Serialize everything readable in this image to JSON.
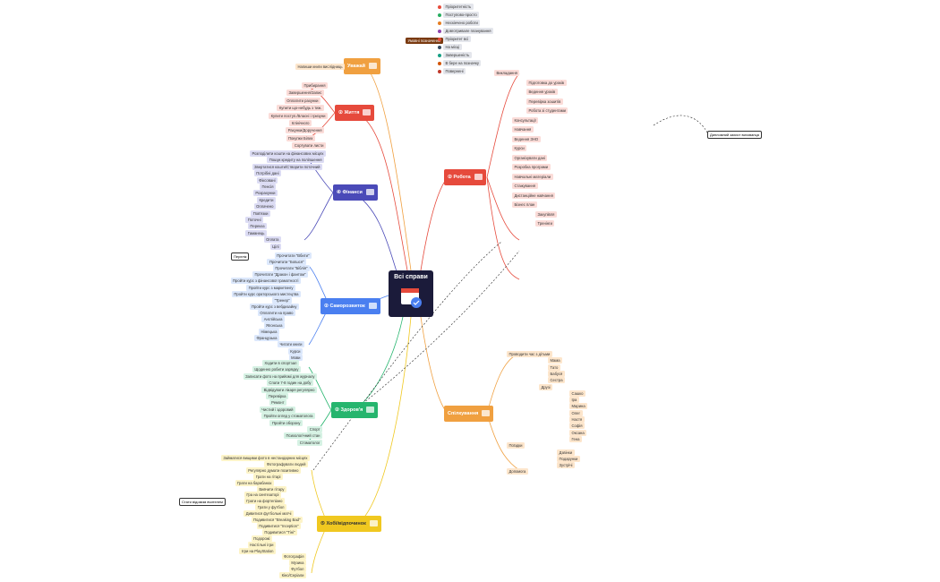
{
  "central_topic": "Всі справи",
  "legend": {
    "title": "Умовні позначення",
    "items": [
      "Пріоритетність",
      "Поступово-просто",
      "Нескінчено роботи",
      "Довготривале планування",
      "Пріоритет всі",
      "На місці",
      "Завершеність",
      "В бере на позначку",
      "Повернені"
    ],
    "colors": [
      "#e74c3c",
      "#27ae60",
      "#e67e22",
      "#8e44ad",
      "#e74c3c",
      "#34495e",
      "#16a085",
      "#d35400",
      "#c0392b"
    ]
  },
  "topics": {
    "read": {
      "label": "Уважай",
      "color": "#f0a040"
    },
    "life": {
      "label": "② Життя",
      "color": "#e64a3c"
    },
    "finance": {
      "label": "④ Фінанси",
      "color": "#4a4ab8"
    },
    "self": {
      "label": "② Саморозвиток",
      "color": "#4a7ff0"
    },
    "health": {
      "label": "② Здоров'я",
      "color": "#26b56e"
    },
    "hobby": {
      "label": "⑤ Хобі/відпочинок",
      "color": "#f0c820"
    },
    "work": {
      "label": "② Робота",
      "color": "#e64a3c"
    },
    "family": {
      "label": "Спілкування",
      "color": "#f0a040"
    }
  },
  "read_items": [
    "Напиши книги вислідниць"
  ],
  "life_items": [
    "Прибирання",
    "Завершення/Запис",
    "Оплатити рахунки",
    "Купити що-небудь з тиж.",
    "Купити поступ./Власні і гризуни",
    "Клінічного",
    "Рахунки/Доручення",
    "Покупки Білих",
    "Сортувати листи"
  ],
  "finance_items": [
    "Розподілити кошти на фінансових місцях",
    "Пошук кредиту на поліпшення",
    "Звертатися кошти/Створити поточний",
    "Потрібні дані",
    "Фіксовані",
    "Пенсія",
    "Розрахунки",
    "Кредити",
    "Оплачено",
    "Пов'язки",
    "Поточні",
    "Переказ",
    "Гаманець",
    "Оплата",
    "Цілі"
  ],
  "self_items": [
    "Прочитати \"Вбити\"",
    "Прочитати \"Боїшся\"",
    "Прочитати \"Біблія\"",
    "Прочитати \"Дракон і фантом\"",
    "Пройти курс з фінансової грамотності",
    "Пройти курс з маркетингу",
    "Пройти курс ораторського мистецтва",
    "\"Тренер\"",
    "Пройти курс з вебдизайну",
    "Оплатити на право",
    "Англійська",
    "Японська",
    "Німецька",
    "Французька",
    "Читати книги",
    "Курси",
    "Мови"
  ],
  "health_items": [
    "Ходити в спортзал",
    "Щоденно робити зарядку",
    "Записати фото на прийомі для журналу",
    "Спати 7-8 годин на добу",
    "Відвідувати лікаря регулярно",
    "Перевірка",
    "Ремонт",
    "Чистий і здоровий",
    "Пройти огляд у стоматолога",
    "Пройти оборону",
    "Спорт",
    "Психологічний стан",
    "Стоматолог"
  ],
  "hobby_items": [
    "Займатися вищими фото в нестандарних місцях",
    "Фотографувати людей",
    "Регулярно думати позитивно",
    "Грати на гітарі",
    "Грати на барабанах",
    "Вивчити гітару",
    "Гра на синтезаторі",
    "Грати на фортепіано",
    "Грати у футбол",
    "Дивитися футбольні матчі",
    "Подивитися \"Breaking Bad\"",
    "Подивитися \"Inception\"",
    "Подивитися \"Тіні\"",
    "Подорожі",
    "Настільні ігри",
    "Ігри на PlayStation",
    "Фотографія",
    "Музика",
    "Футбол",
    "Кіно/Серіали"
  ],
  "work_items": [
    "Викладання",
    "Підготовка до уроків",
    "Ведення уроків",
    "Перевірка зошитів",
    "Робота зі студентами",
    "Консультації",
    "Навчання",
    "Ведення ЗНО",
    "Курси",
    "Організувати дані",
    "Розробка програми",
    "Навчальні матеріали",
    "Стажування",
    "Дистанційне навчання",
    "Бізнес план",
    "Закупівля",
    "Тренінги"
  ],
  "family_items": [
    "Проводити час з дітьми",
    "Мама",
    "Тато",
    "Бабуся",
    "Сестра",
    "Друзі",
    "Сашко",
    "Іра",
    "Марина",
    "Олег",
    "Настя",
    "Софія",
    "Оксана",
    "Гена",
    "Поїздки",
    "Дзвінки",
    "Подарунки",
    "Зустрічі",
    "Допомога"
  ],
  "callouts": {
    "left": "Стати відомим вчителем",
    "reading": "Перелік",
    "right": "Дипломний захист вихованця"
  }
}
